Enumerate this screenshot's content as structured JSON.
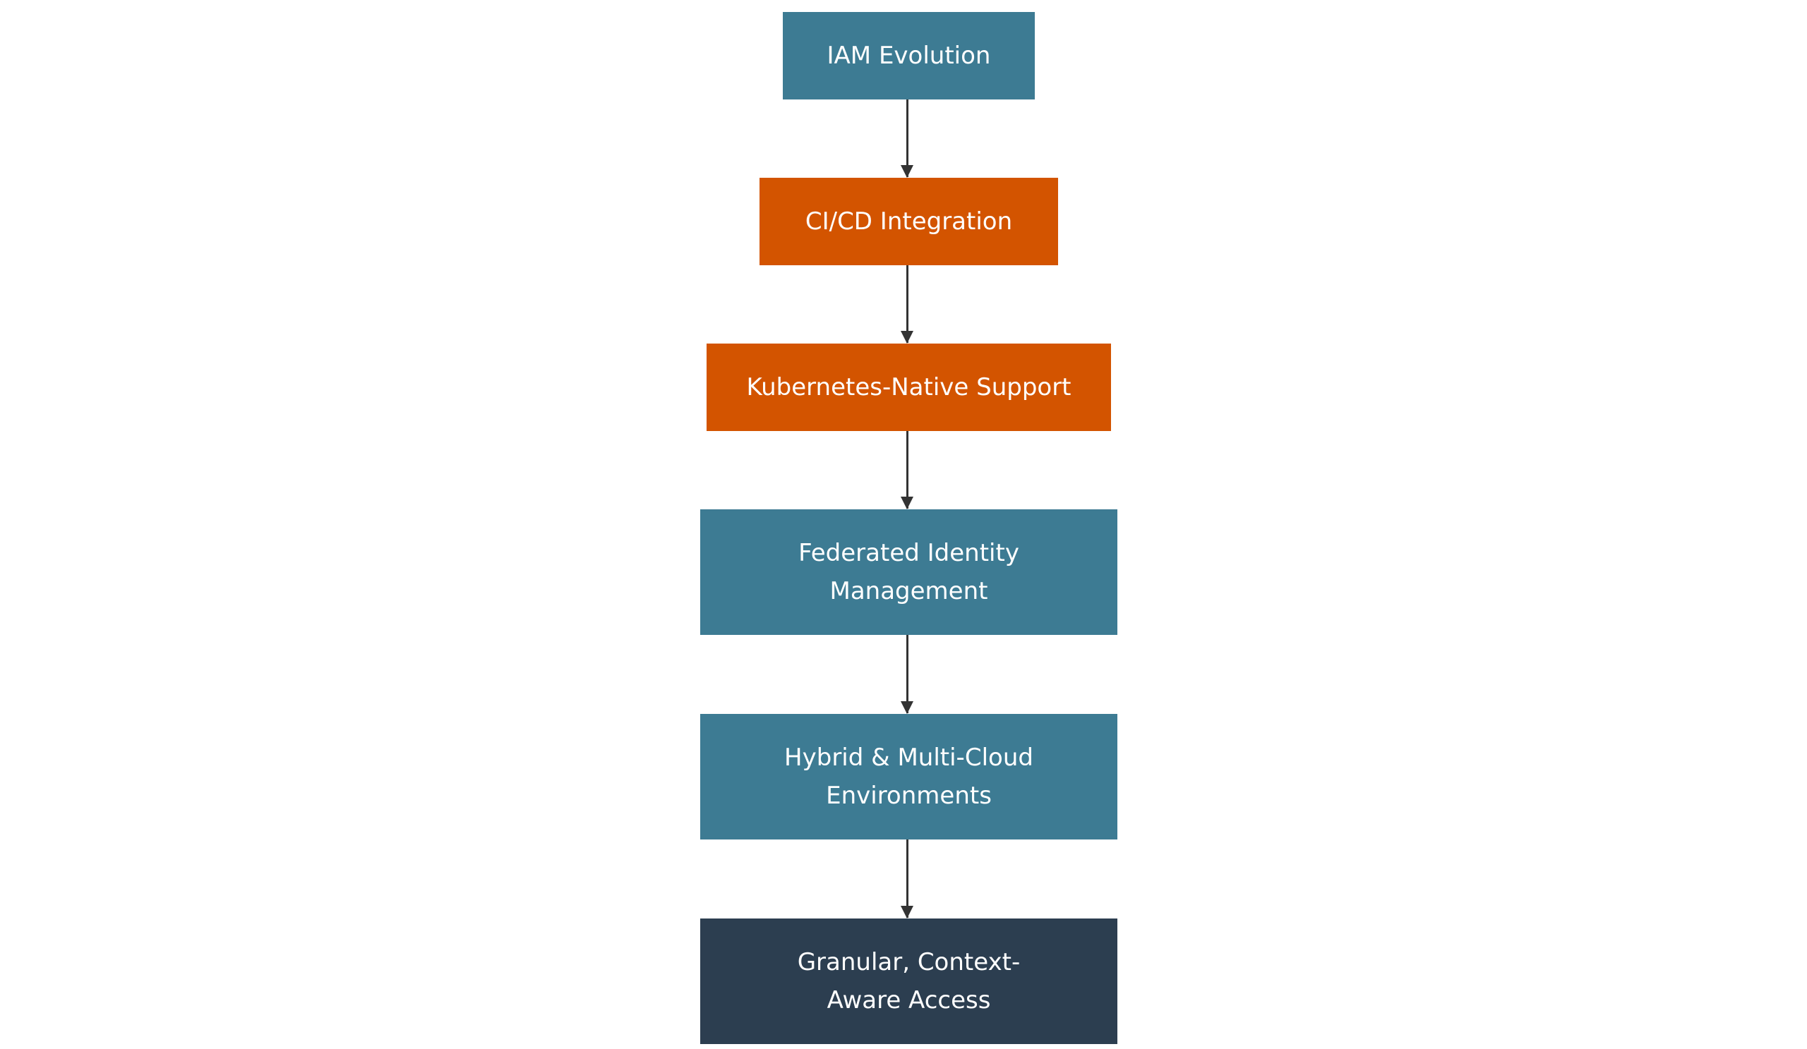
{
  "diagram": {
    "nodes": [
      {
        "id": "iam-evolution",
        "label": "IAM Evolution",
        "color": "#3d7b93"
      },
      {
        "id": "cicd-integration",
        "label": "CI/CD Integration",
        "color": "#d35400"
      },
      {
        "id": "kubernetes-native-support",
        "label": "Kubernetes-Native Support",
        "color": "#d35400"
      },
      {
        "id": "federated-identity-management",
        "label": "Federated Identity Management",
        "color": "#3d7b93"
      },
      {
        "id": "hybrid-multi-cloud-environments",
        "label": "Hybrid & Multi-Cloud Environments",
        "color": "#3d7b93"
      },
      {
        "id": "granular-context-aware-access",
        "label": "Granular, Context-Aware Access",
        "color": "#2c3e50"
      }
    ],
    "edges": [
      {
        "from": "iam-evolution",
        "to": "cicd-integration"
      },
      {
        "from": "cicd-integration",
        "to": "kubernetes-native-support"
      },
      {
        "from": "kubernetes-native-support",
        "to": "federated-identity-management"
      },
      {
        "from": "federated-identity-management",
        "to": "hybrid-multi-cloud-environments"
      },
      {
        "from": "hybrid-multi-cloud-environments",
        "to": "granular-context-aware-access"
      }
    ]
  }
}
